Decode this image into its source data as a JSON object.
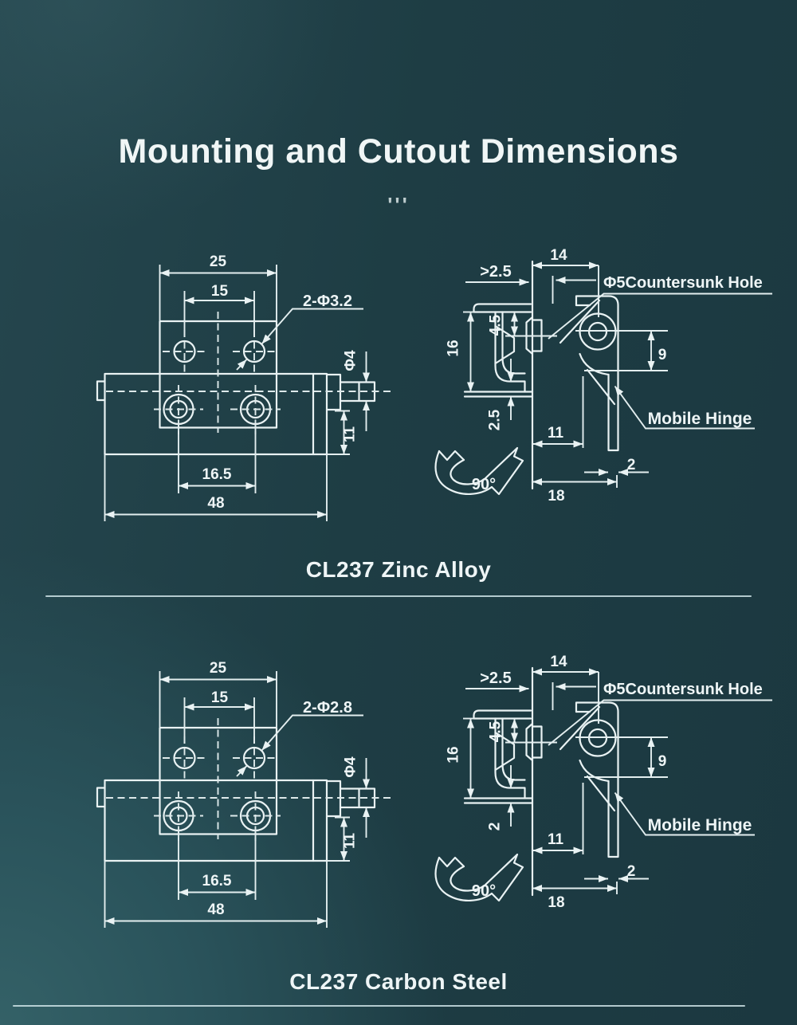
{
  "title": "Mounting and Cutout Dimensions",
  "title_ticks": "'''",
  "colors": {
    "background_dark": "#1b3840",
    "background_light": "#2f5c61",
    "line": "#e9f2f3",
    "text": "#f0f6f6",
    "divider": "#cee3e6"
  },
  "sections": [
    {
      "caption": "CL237 Zinc Alloy",
      "front": {
        "width_top": "25",
        "width_inner": "15",
        "holes_label": "2-Φ3.2",
        "pin_dia": "Φ4",
        "height_offset": "11",
        "holes_bottom": "16.5",
        "width_total": "48"
      },
      "side": {
        "depth_top": "14",
        "min_edge": ">2.5",
        "countersunk": "Φ5Countersunk Hole",
        "flange_gap": "4.5",
        "cutout_height": "16",
        "pivot_drop": "9",
        "bottom_gap": "2.5",
        "inner_width": "11",
        "hinge_label": "Mobile Hinge",
        "leaf_thickness": "2",
        "total_depth": "18",
        "rotation": "90°"
      }
    },
    {
      "caption": "CL237 Carbon Steel",
      "front": {
        "width_top": "25",
        "width_inner": "15",
        "holes_label": "2-Φ2.8",
        "pin_dia": "Φ4",
        "height_offset": "11",
        "holes_bottom": "16.5",
        "width_total": "48"
      },
      "side": {
        "depth_top": "14",
        "min_edge": ">2.5",
        "countersunk": "Φ5Countersunk Hole",
        "flange_gap": "4.5",
        "cutout_height": "16",
        "pivot_drop": "9",
        "bottom_gap": "2",
        "inner_width": "11",
        "hinge_label": "Mobile Hinge",
        "leaf_thickness": "2",
        "total_depth": "18",
        "rotation": "90°"
      }
    }
  ]
}
